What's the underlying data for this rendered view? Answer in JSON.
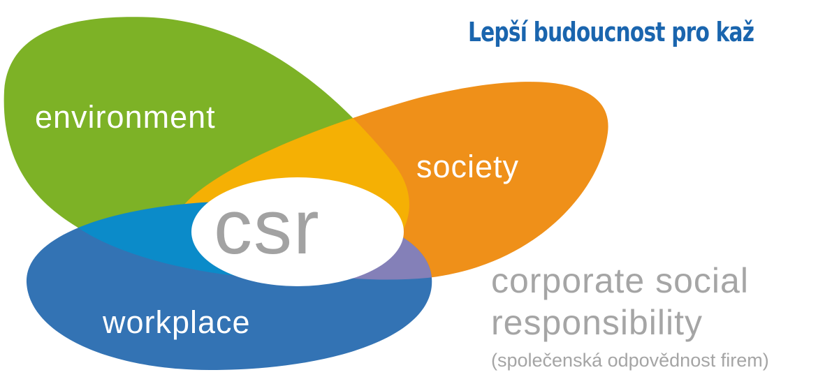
{
  "headline": "Lepší budoucnost pro kaž",
  "petals": {
    "environment": "environment",
    "society": "society",
    "workplace": "workplace"
  },
  "center_label": "csr",
  "tagline": {
    "line1": "corporate social",
    "line2": "responsibility",
    "line3": "(společenská odpovědnost firem)"
  },
  "colors": {
    "environment": "#7db226",
    "society": "#ef9019",
    "workplace": "#3373b4",
    "env_society_overlap": "#f5b004",
    "env_workplace_overlap": "#0b8bc9",
    "society_workplace_overlap": "#8480b8",
    "center": "#ffffff",
    "center_text": "#a2a2a2",
    "headline": "#1a65ae",
    "tagline": "#a5a5a5"
  }
}
